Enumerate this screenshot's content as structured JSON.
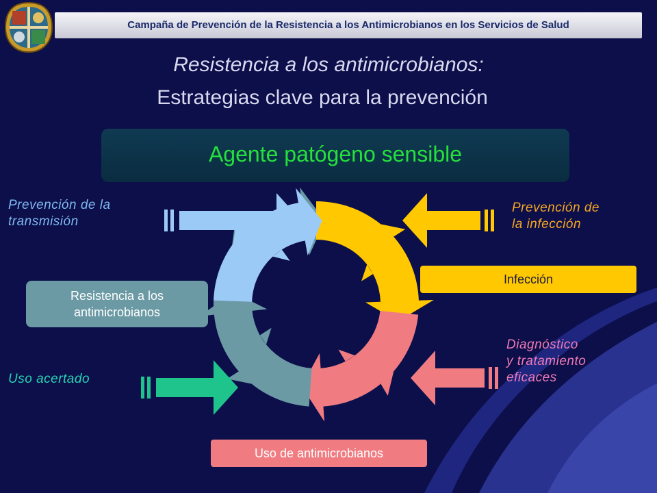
{
  "header": {
    "campaign_title": "Campaña de Prevención de la Resistencia a los Antimicrobianos en los Servicios de Salud"
  },
  "title": {
    "line1": "Resistencia a los antimicrobianos:",
    "line2": "Estrategias clave para la prevención"
  },
  "agent_box": {
    "label": "Agente patógeno sensible"
  },
  "labels": {
    "prevention_transmission": [
      "Prevención de la",
      "transmisión"
    ],
    "prevention_infection": [
      "Prevención de",
      "la infección"
    ],
    "diagnosis": [
      "Diagnóstico",
      "y tratamiento",
      "eficaces"
    ],
    "appropriate_use": "Uso acertado"
  },
  "boxes": {
    "infection": "Infección",
    "resistance": [
      "Resistencia a los",
      "antimicrobianos"
    ],
    "antimicrobial_use": "Uso de antimicrobianos"
  },
  "colors": {
    "background": "#0c0f4a",
    "agent_text": "#25e03c",
    "segment_yellow": "#ffc800",
    "segment_red": "#f07c82",
    "segment_teal": "#6b9aa4",
    "segment_blue": "#9ccaf7",
    "arrow_blue": "#9ccaf7",
    "arrow_yellow": "#ffc800",
    "arrow_pink": "#f07c82",
    "arrow_green": "#1ec48c"
  }
}
